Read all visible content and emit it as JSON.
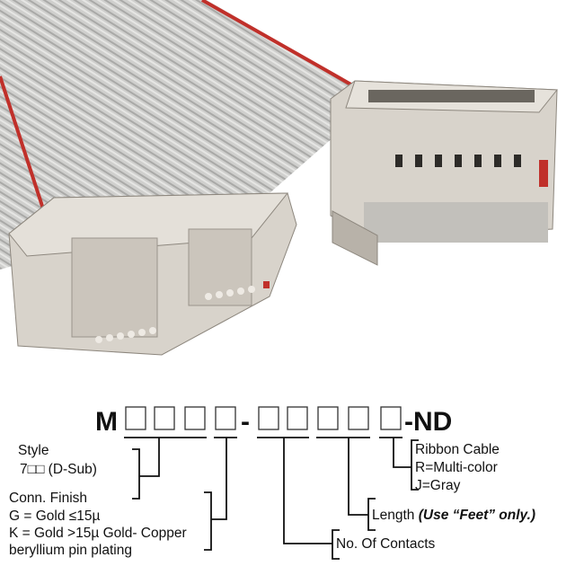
{
  "part_number": {
    "prefix": "M",
    "separator": "-",
    "suffix": "-ND",
    "placeholder_box": "□"
  },
  "fields": {
    "style": {
      "title": "Style",
      "line1": "7□□ (D-Sub)"
    },
    "finish": {
      "title": "Conn. Finish",
      "line1": "G = Gold ≤15µ",
      "line2": "K = Gold >15µ Gold- Copper",
      "line3": "beryllium pin plating"
    },
    "contacts": {
      "title": "No. Of Contacts"
    },
    "length": {
      "title": "Length ",
      "note": "(Use “Feet” only.)"
    },
    "cable": {
      "title": "Ribbon Cable",
      "line1": "R=Multi-color",
      "line2": "J=Gray"
    }
  },
  "colors": {
    "cable": "#c9c9c7",
    "stripe": "#c0302a",
    "connector": "#d8d3cb"
  }
}
